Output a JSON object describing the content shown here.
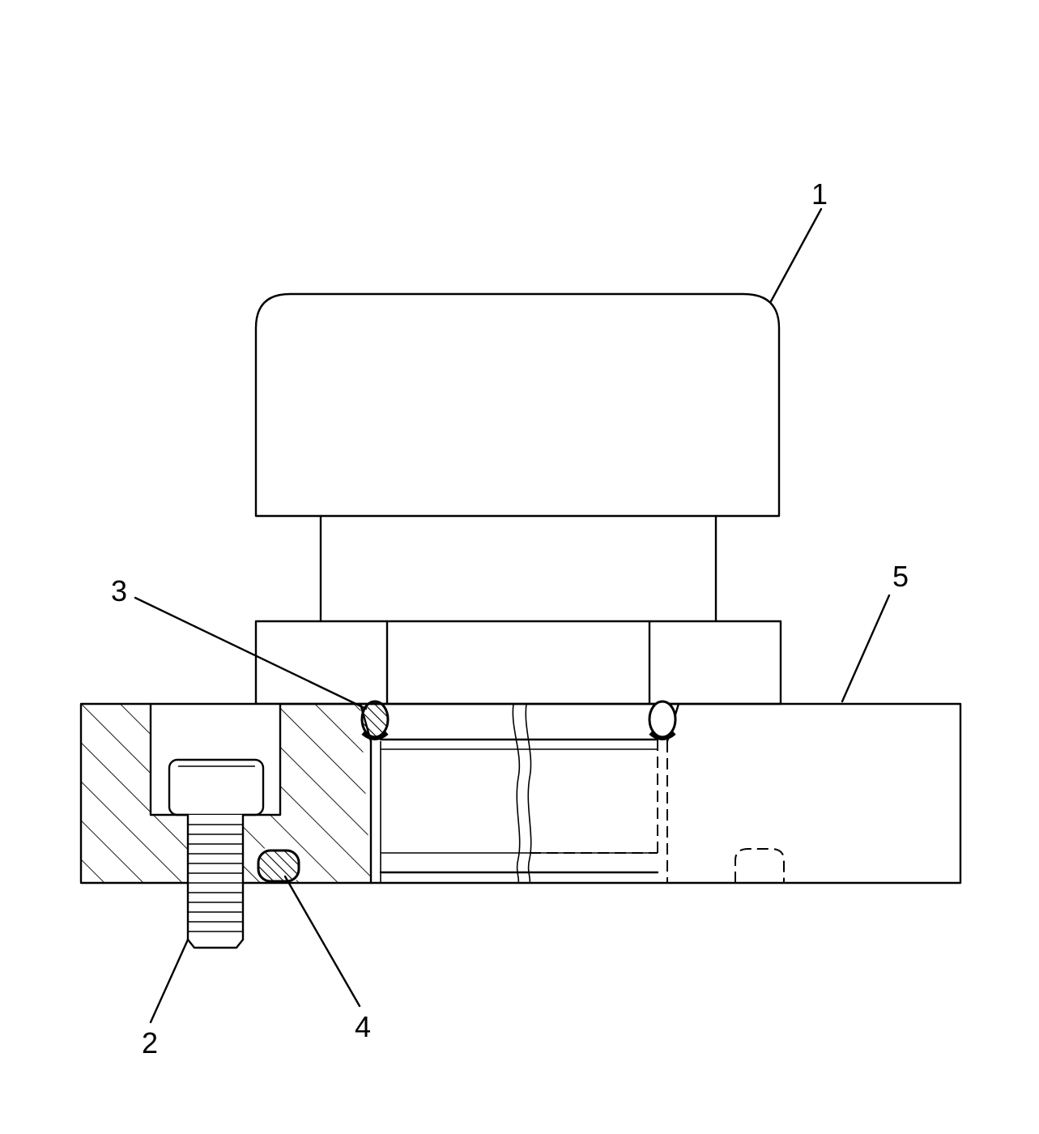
{
  "diagram": {
    "callouts": [
      {
        "id": "1",
        "label": "1",
        "part": "cap"
      },
      {
        "id": "2",
        "label": "2",
        "part": "mounting-screw"
      },
      {
        "id": "3",
        "label": "3",
        "part": "upper-o-ring"
      },
      {
        "id": "4",
        "label": "4",
        "part": "lower-o-ring"
      },
      {
        "id": "5",
        "label": "5",
        "part": "base-block"
      }
    ]
  }
}
